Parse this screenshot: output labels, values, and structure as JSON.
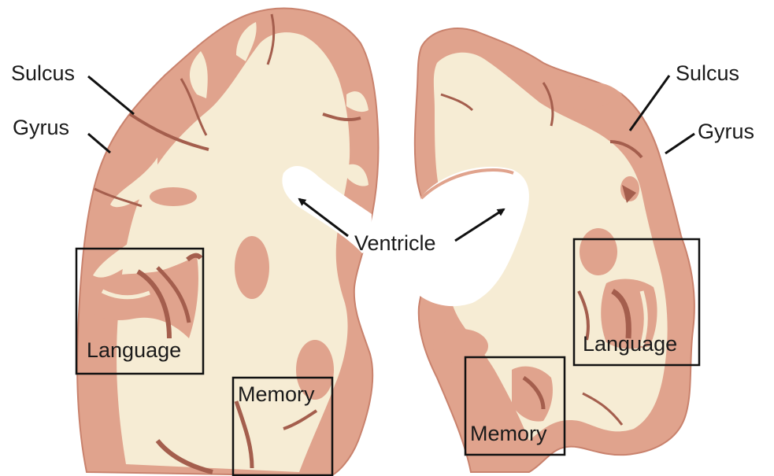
{
  "labels": {
    "sulcus_left": "Sulcus",
    "gyrus_left": "Gyrus",
    "sulcus_right": "Sulcus",
    "gyrus_right": "Gyrus",
    "ventricle": "Ventricle",
    "language_left": "Language",
    "memory_left": "Memory",
    "language_right": "Language",
    "memory_right": "Memory"
  },
  "colors": {
    "gray_matter": "#e0a38d",
    "white_matter": "#f6ecd4",
    "dark_fold": "#a45e4d",
    "outline": "#c9826d"
  }
}
